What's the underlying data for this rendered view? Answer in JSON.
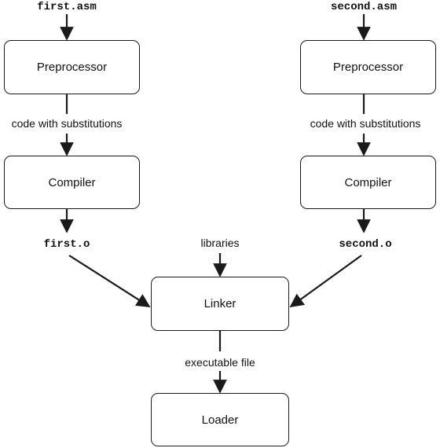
{
  "files": {
    "left_source": "first.asm",
    "right_source": "second.asm",
    "left_object": "first.o",
    "right_object": "second.o"
  },
  "nodes": {
    "preprocessor_left": "Preprocessor",
    "preprocessor_right": "Preprocessor",
    "compiler_left": "Compiler",
    "compiler_right": "Compiler",
    "linker": "Linker",
    "loader": "Loader"
  },
  "edge_labels": {
    "substitutions_left": "code with substitutions",
    "substitutions_right": "code with substitutions",
    "libraries": "libraries",
    "executable": "executable file"
  },
  "colors": {
    "stroke": "#1a1a1a",
    "text": "#111111",
    "background": "#ffffff"
  }
}
